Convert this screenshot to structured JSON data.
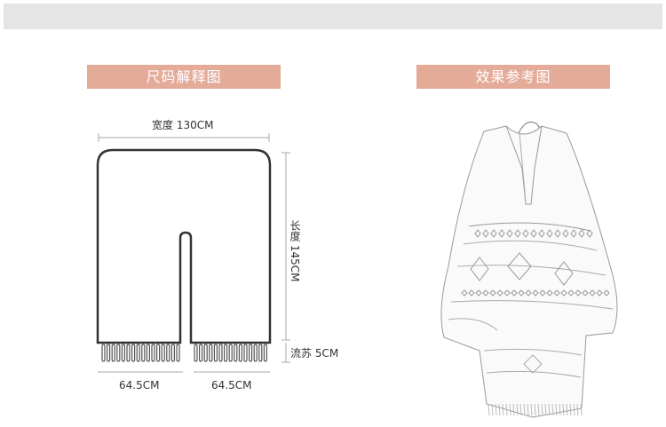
{
  "headers": {
    "size_chart": "尺码解释图",
    "reference": "效果参考图"
  },
  "dimensions": {
    "width": "宽度 130CM",
    "length": "长度 145CM",
    "tassel": "流苏 5CM",
    "left_half": "64.5CM",
    "right_half": "64.5CM"
  },
  "colors": {
    "header_bg": "#e4ab99",
    "header_text": "#ffffff",
    "top_bar": "#e5e5e5"
  },
  "icons": [
    "shawl-outline-diagram",
    "poncho-sketch-illustration"
  ]
}
